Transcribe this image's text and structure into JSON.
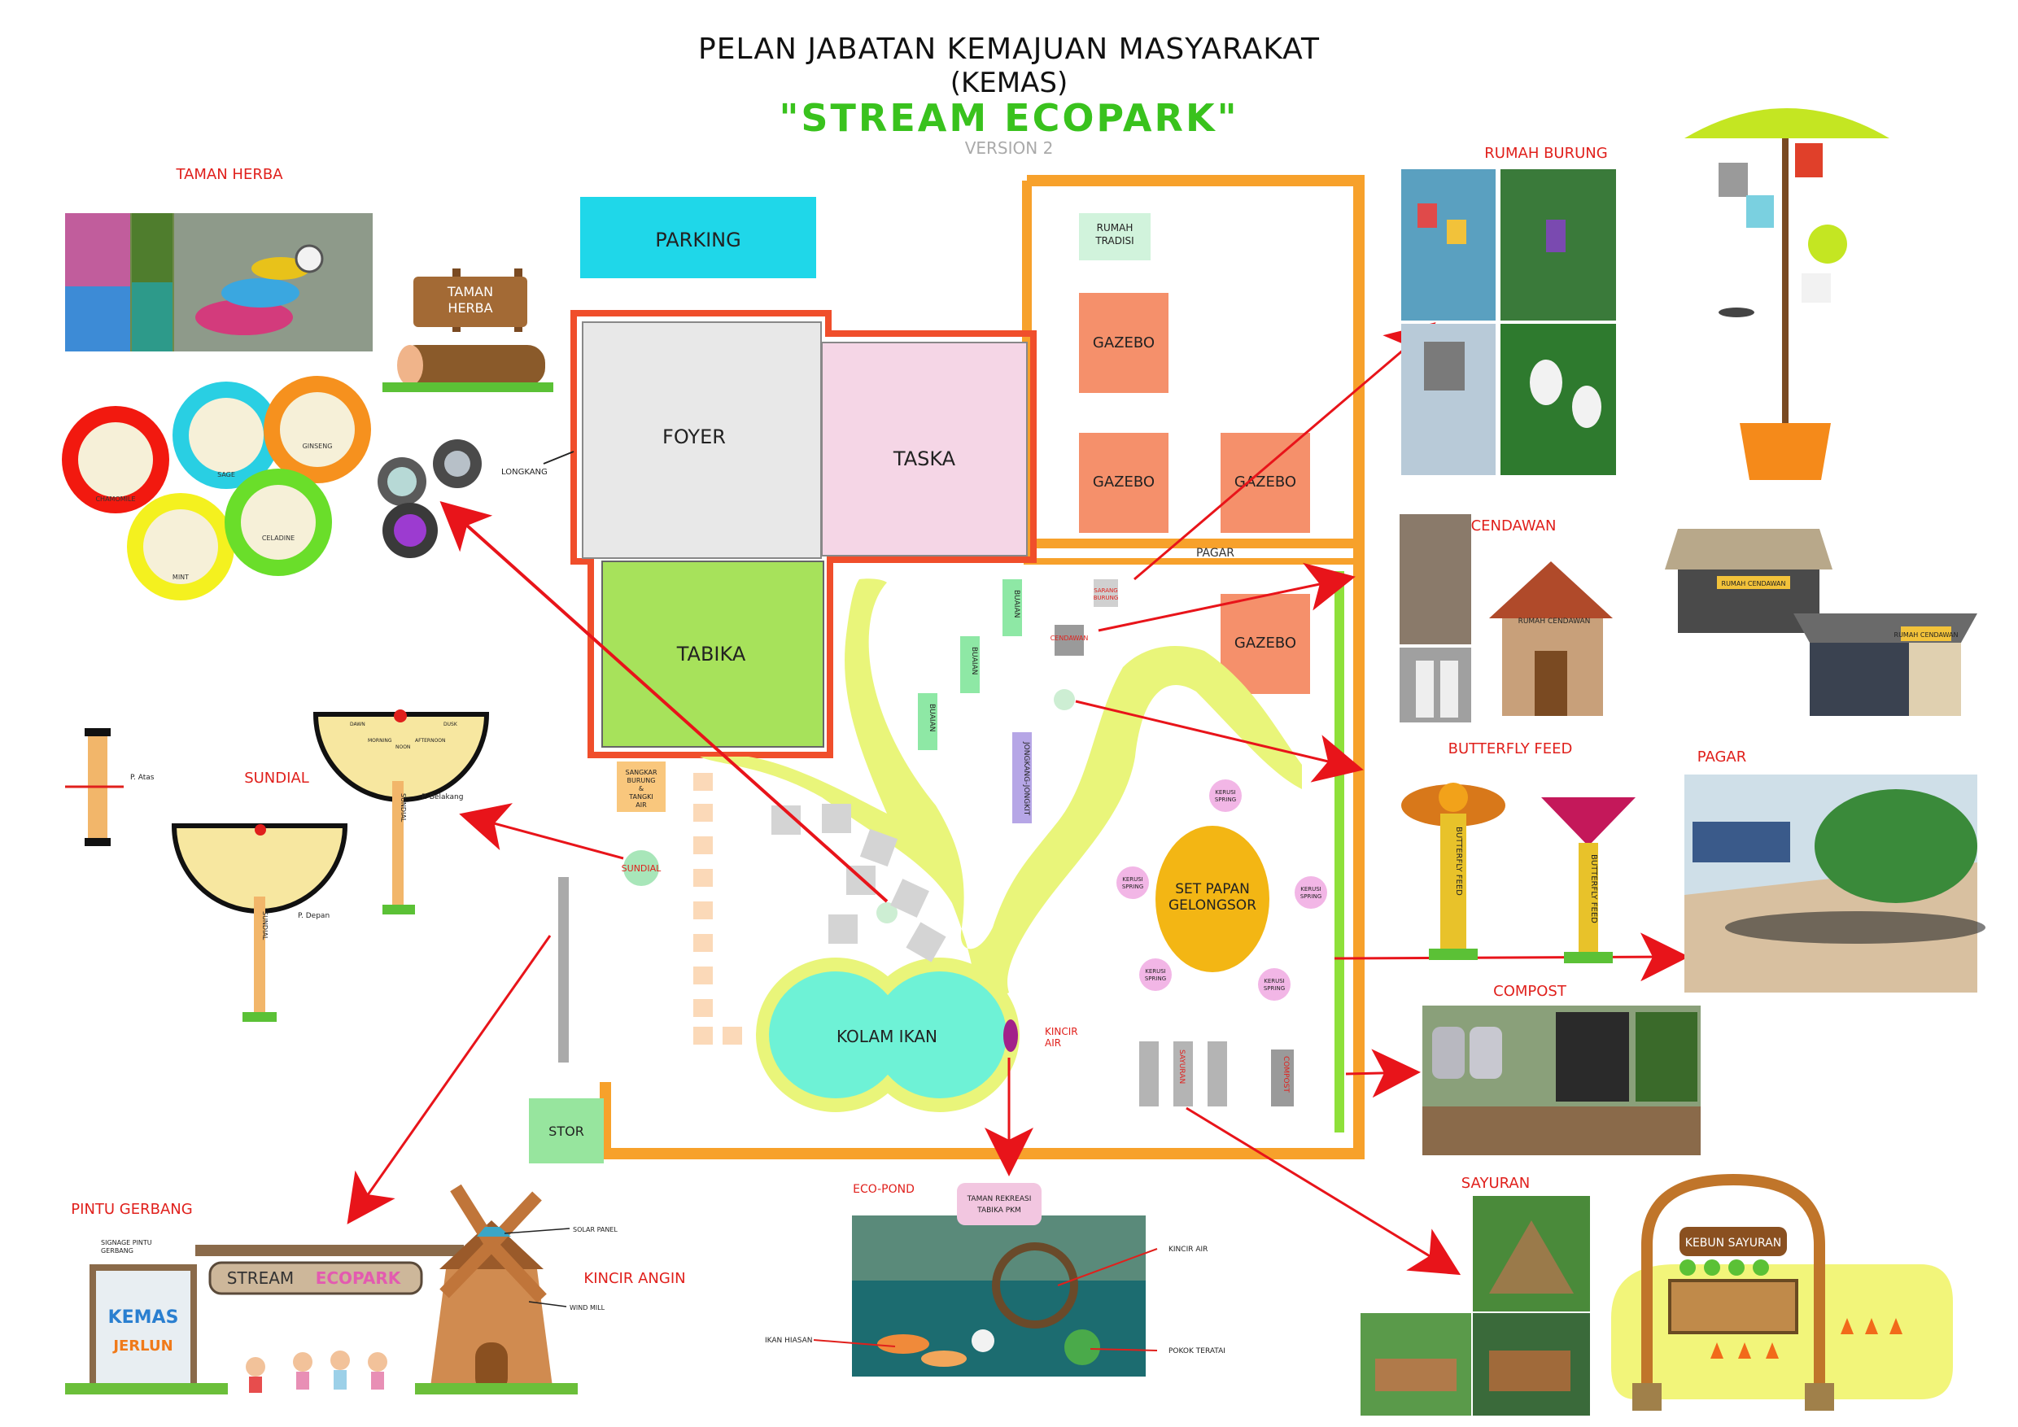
{
  "header": {
    "line1": "PELAN JABATAN KEMAJUAN MASYARAKAT",
    "line2": "(KEMAS)",
    "title": "\"STREAM  ECOPARK\"",
    "version": "VERSION 2"
  },
  "sections": {
    "taman_herba": "TAMAN HERBA",
    "rumah_burung": "RUMAH BURUNG",
    "cendawan": "CENDAWAN",
    "butterfly_feed": "BUTTERFLY FEED",
    "pagar": "PAGAR",
    "compost": "COMPOST",
    "sayuran": "SAYURAN",
    "sundial": "SUNDIAL",
    "pintu_gerbang": "PINTU GERBANG",
    "kincir_angin": "KINCIR ANGIN",
    "eco_pond": "ECO-POND"
  },
  "plan": {
    "parking": "PARKING",
    "foyer": "FOYER",
    "taska": "TASKA",
    "tabika": "TABIKA",
    "rumah_tradisi_1": "RUMAH",
    "rumah_tradisi_2": "TRADISI",
    "gazebo": "GAZEBO",
    "pagar": "PAGAR",
    "longkang": "LONGKANG",
    "buaian": "BUAIAN",
    "jongkang_jongkit": "JONGKANG-JONGKIT",
    "sangkar_1": "SANGKAR",
    "sangkar_2": "BURUNG",
    "sangkar_3": "&",
    "sangkar_4": "TANGKI",
    "sangkar_5": "AIR",
    "sundial": "SUNDIAL",
    "kerusi_1": "KERUSI",
    "kerusi_2": "SPRING",
    "set_papan_1": "SET PAPAN",
    "set_papan_2": "GELONGSOR",
    "kolam_ikan": "KOLAM  IKAN",
    "kincir_1": "KINCIR",
    "kincir_2": "AIR",
    "sayuran": "SAYURAN",
    "compost": "COMPOST",
    "stor": "STOR",
    "cendawan": "CENDAWAN",
    "sarang_1": "SARANG",
    "sarang_2": "BURUNG"
  },
  "herbs": {
    "chamomile": "CHAMOMILE",
    "sage": "SAGE",
    "ginseng": "GINSENG",
    "mint": "MINT",
    "celadine": "CELADINE"
  },
  "sign_taman_herba": {
    "line1": "TAMAN",
    "line2": "HERBA"
  },
  "sundial_info": {
    "p_atas": "P. Atas",
    "p_belakang": "P. Belakang",
    "p_depan": "P. Depan",
    "sundial_pole": "SUNDIAL",
    "morning": "MORNING",
    "noon": "NOON",
    "afternoon": "AFTERNOON",
    "dawn": "DAWN",
    "dusk": "DUSK"
  },
  "butterfly_pole": "BUTTERFLY FEED",
  "rumah_cendawan": "RUMAH CENDAWAN",
  "gate": {
    "signage_1": "SIGNAGE PINTU",
    "signage_2": "GERBANG",
    "banner_a": "STREAM",
    "banner_b": "ECOPARK",
    "kemas": "KEMAS",
    "jerlun": "JERLUN",
    "solar_panel": "SOLAR PANEL",
    "wind_mill": "WIND MILL"
  },
  "eco_pond": {
    "taman_1": "TAMAN REKREASI",
    "taman_2": "TABIKA PKM",
    "kincir_air": "KINCIR AIR",
    "ikan_hiasan": "IKAN HIASAN",
    "pokok_teratai": "POKOK TERATAI"
  },
  "kebun_sayuran": "KEBUN SAYURAN",
  "colors": {
    "boundary": "#f7a12b",
    "building_outline": "#f04e2b",
    "arrow": "#e8141a",
    "title_green": "#39c21d",
    "path": "#e9f57a"
  }
}
